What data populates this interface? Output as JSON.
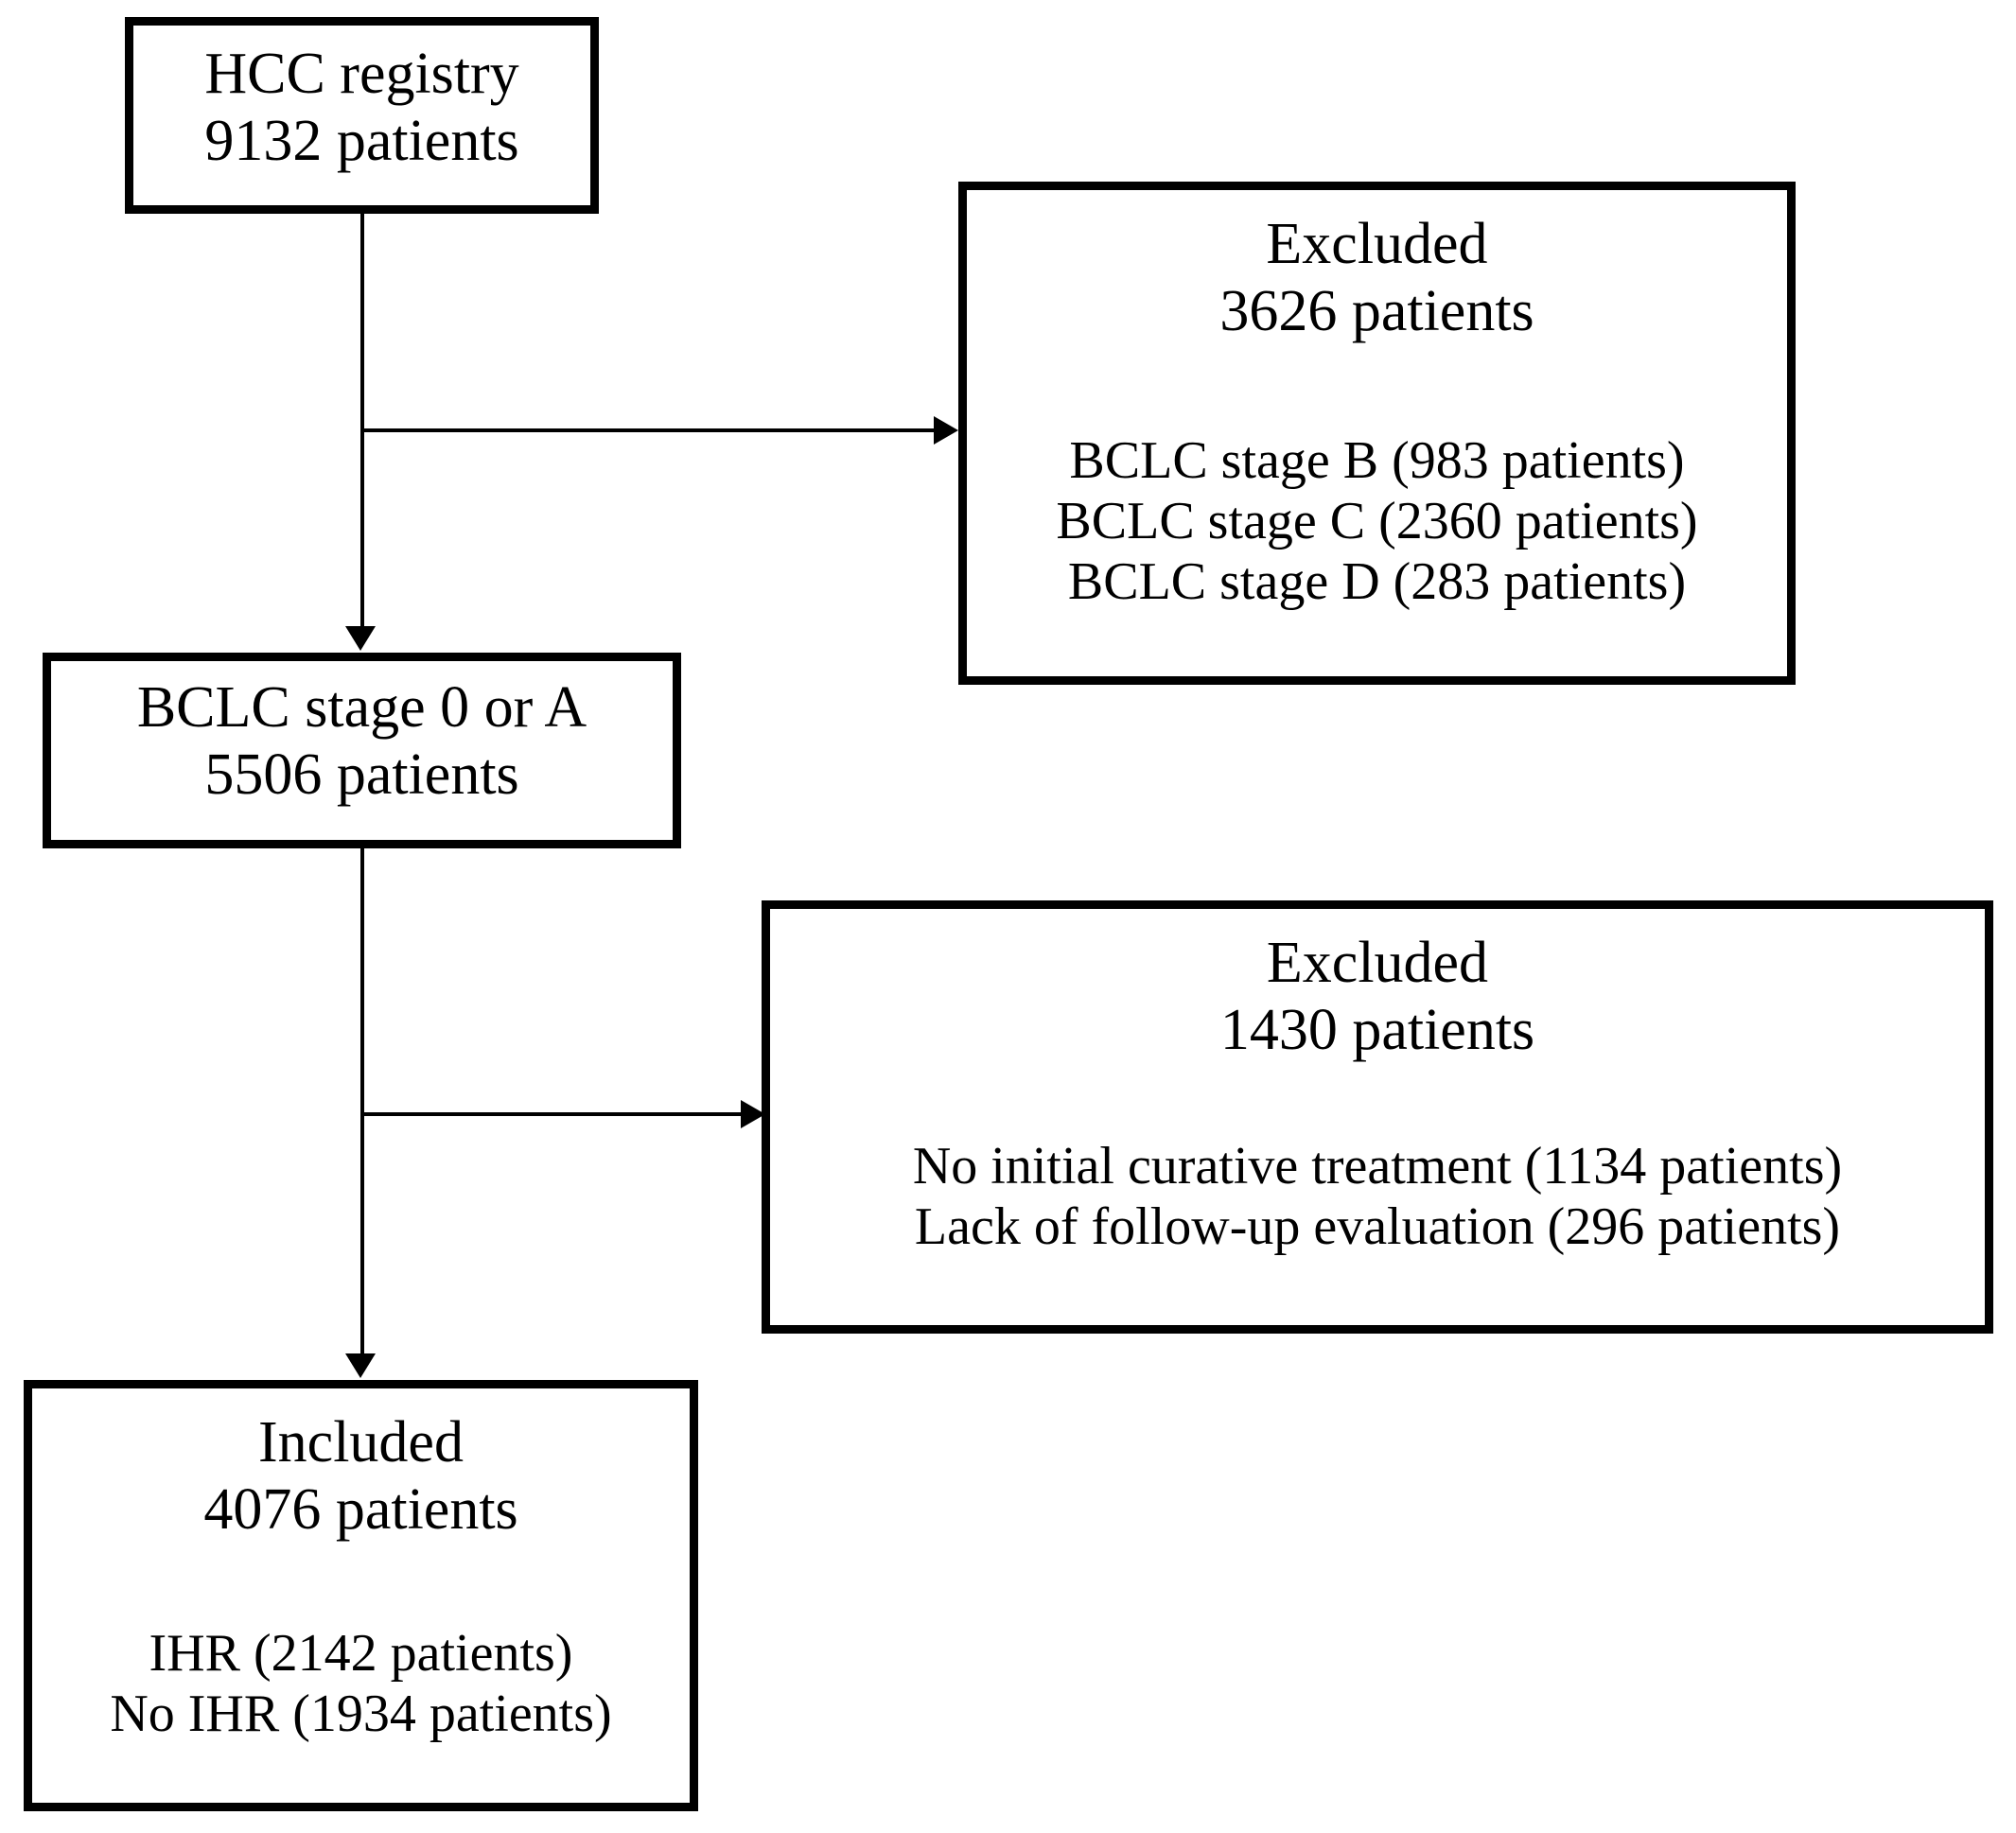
{
  "diagram": {
    "title": "HCC registry patient selection flowchart",
    "type": "flowchart",
    "stroke_color": "#000000",
    "background_color": "#ffffff",
    "boxes": [
      {
        "id": "hcc-registry",
        "headline": [
          "HCC registry",
          "9132 patients"
        ],
        "details": []
      },
      {
        "id": "excluded-stage",
        "headline": [
          "Excluded",
          "3626 patients"
        ],
        "details": [
          "BCLC stage B (983 patients)",
          "BCLC stage C (2360 patients)",
          "BCLC stage D (283 patients)"
        ]
      },
      {
        "id": "bclc-stage",
        "headline": [
          "BCLC stage 0 or A",
          "5506 patients"
        ],
        "details": []
      },
      {
        "id": "excluded-treatment",
        "headline": [
          "Excluded",
          "1430 patients"
        ],
        "details": [
          "No initial curative treatment (1134 patients)",
          "Lack of follow-up evaluation (296 patients)"
        ]
      },
      {
        "id": "included",
        "headline": [
          "Included",
          "4076 patients"
        ],
        "details": [
          "IHR (2142 patients)",
          "No IHR (1934 patients)"
        ]
      }
    ]
  },
  "boxes": {
    "hcc_registry": {
      "line1": "HCC registry",
      "line2": "9132 patients"
    },
    "excluded_stage": {
      "line1": "Excluded",
      "line2": "3626 patients",
      "detail1": "BCLC stage B (983 patients)",
      "detail2": "BCLC stage C (2360 patients)",
      "detail3": "BCLC stage D (283 patients)"
    },
    "bclc_stage": {
      "line1": "BCLC stage 0 or A",
      "line2": "5506 patients"
    },
    "excluded_treatment": {
      "line1": "Excluded",
      "line2": "1430 patients",
      "detail1": "No initial curative treatment (1134 patients)",
      "detail2": "Lack of follow-up evaluation (296 patients)"
    },
    "included": {
      "line1": "Included",
      "line2": "4076 patients",
      "detail1": "IHR (2142 patients)",
      "detail2": "No IHR (1934 patients)"
    }
  },
  "connectors": [
    {
      "id": "registry-to-bclc",
      "from": "hcc-registry",
      "to": "bclc-stage",
      "direction": "down"
    },
    {
      "id": "registry-to-excluded-stage",
      "from": "hcc-registry",
      "to": "excluded-stage",
      "direction": "right"
    },
    {
      "id": "bclc-to-included",
      "from": "bclc-stage",
      "to": "included",
      "direction": "down"
    },
    {
      "id": "bclc-to-excluded-treatment",
      "from": "bclc-stage",
      "to": "excluded-treatment",
      "direction": "right"
    }
  ]
}
